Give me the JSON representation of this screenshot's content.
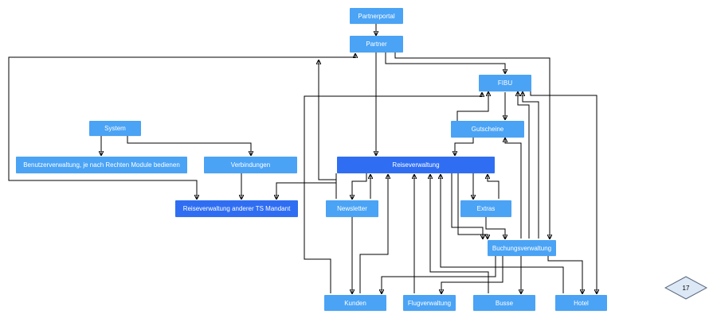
{
  "nodes": {
    "partnerportal": "Partnerportal",
    "partner": "Partner",
    "fibu": "FIBU",
    "system": "System",
    "gutscheine": "Gutscheine",
    "benutzerverwaltung": "Benutzerverwaltung, je nach Rechten Module bedienen",
    "verbindungen": "Verbindungen",
    "reiseverwaltung": "Reiseverwaltung",
    "reiseverwaltung_anderer": "Reiseverwaltung anderer TS Mandant",
    "newsletter": "Newsletter",
    "extras": "Extras",
    "buchungsverwaltung": "Buchungsverwaltung",
    "kunden": "Kunden",
    "flugverwaltung": "Flugverwaltung",
    "busse": "Busse",
    "hotel": "Hotel"
  },
  "page_number": "17",
  "colors": {
    "node_fill": "#4aa3f5",
    "node_fill_dark": "#2f6ef2",
    "edge": "#000000",
    "badge_fill": "#dde8f6",
    "badge_stroke": "#5a6b80"
  }
}
